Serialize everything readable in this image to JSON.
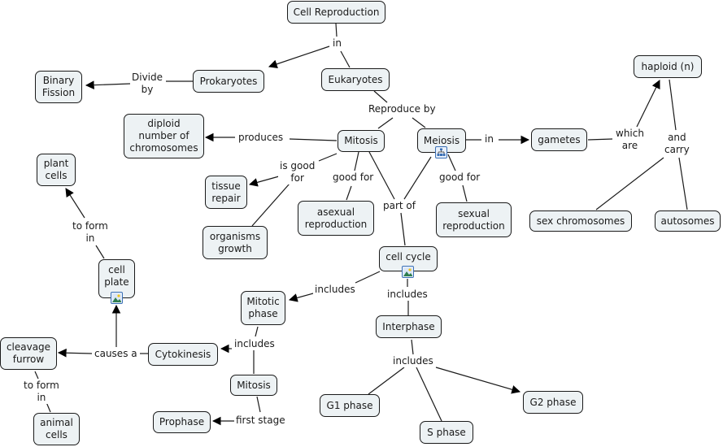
{
  "title": "Cell Reproduction",
  "colors": {
    "node_fill": "#edf2f4",
    "node_border": "#1a1a1a",
    "line": "#1a1a1a",
    "icon_border": "#3a6fb5"
  },
  "nodes": {
    "cell_reproduction": "Cell Reproduction",
    "prokaryotes": "Prokaryotes",
    "eukaryotes": "Eukaryotes",
    "binary_fission": "Binary\nFission",
    "diploid": "diploid\nnumber of\nchromosomes",
    "mitosis": "Mitosis",
    "meiosis": "Meiosis",
    "gametes": "gametes",
    "haploid": "haploid (n)",
    "sex_chromosomes": "sex chromosomes",
    "autosomes": "autosomes",
    "plant_cells": "plant\ncells",
    "tissue_repair": "tissue\nrepair",
    "organisms_growth": "organisms\ngrowth",
    "asexual_reproduction": "asexual\nreproduction",
    "sexual_reproduction": "sexual\nreproduction",
    "cell_cycle": "cell cycle",
    "cell_plate": "cell\nplate",
    "mitotic_phase": "Mitotic\nphase",
    "interphase": "Interphase",
    "cleavage_furrow": "cleavage\nfurrow",
    "cytokinesis": "Cytokinesis",
    "mitosis_2": "Mitosis",
    "animal_cells": "animal\ncells",
    "prophase": "Prophase",
    "g1_phase": "G1 phase",
    "s_phase": "S phase",
    "g2_phase": "G2 phase"
  },
  "links": {
    "in_1": "in",
    "divide_by": "Divide\nby",
    "reproduce_by": "Reproduce by",
    "produces": "produces",
    "in_2": "in",
    "which_are": "which\nare",
    "and_carry": "and\ncarry",
    "is_good_for": "is good\nfor",
    "good_for_1": "good for",
    "good_for_2": "good for",
    "part_of": "part of",
    "to_form_in_1": "to form\nin",
    "includes_1": "includes",
    "includes_2": "includes",
    "includes_3": "includes",
    "includes_4": "includes",
    "causes_a": "causes a",
    "to_form_in_2": "to form\nin",
    "first_stage": "first stage"
  },
  "resource_icons": {
    "meiosis": "concept-map-icon",
    "cell_cycle": "image-icon",
    "cell_plate": "image-icon"
  }
}
